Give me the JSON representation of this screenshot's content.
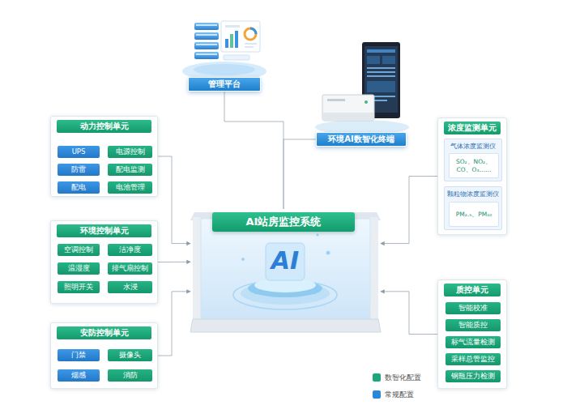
{
  "diagram": {
    "nodes": [
      {
        "text": [
          "管理平台"
        ]
      },
      {
        "text": [
          "环境AI数智化终端"
        ]
      },
      {
        "text": [
          "动力控制单元"
        ]
      },
      {
        "text": [
          "UPS"
        ],
        "in": 2
      },
      {
        "text": [
          "电源控制"
        ],
        "in": 2
      },
      {
        "text": [
          "防雷"
        ],
        "in": 2
      },
      {
        "text": [
          "配电监测"
        ],
        "in": 2
      },
      {
        "text": [
          "配电"
        ],
        "in": 2
      },
      {
        "text": [
          "电池管理"
        ],
        "in": 2
      },
      {
        "text": [
          "浓度监测单元"
        ]
      },
      {
        "text": [
          "气体浓度监测仪"
        ],
        "in": 9
      },
      {
        "text": [
          "SO₂、NO₂、CO、O₃……"
        ],
        "in": 10
      },
      {
        "text": [
          "颗粒物浓度监测仪"
        ],
        "in": 9
      },
      {
        "text": [
          "PM₂.₅、PM₁₀"
        ],
        "in": 12
      },
      {
        "text": [
          "环境控制单元"
        ]
      },
      {
        "text": [
          "空调控制"
        ],
        "in": 14
      },
      {
        "text": [
          "洁净度"
        ],
        "in": 14
      },
      {
        "text": [
          "温湿度"
        ],
        "in": 14
      },
      {
        "text": [
          "排气扇控制"
        ],
        "in": 14
      },
      {
        "text": [
          "照明开关"
        ],
        "in": 14
      },
      {
        "text": [
          "水浸"
        ],
        "in": 14
      },
      {
        "text": [
          "AI站房监控系统"
        ]
      },
      {
        "text": [
          "质控单元"
        ]
      },
      {
        "text": [
          "智能校准"
        ],
        "in": 22
      },
      {
        "text": [
          "智能质控"
        ],
        "in": 22
      },
      {
        "text": [
          "标气流量检测"
        ],
        "in": 22
      },
      {
        "text": [
          "采样总管监控"
        ],
        "in": 22
      },
      {
        "text": [
          "钢瓶压力检测"
        ],
        "in": 22
      },
      {
        "text": [
          "安防控制单元"
        ]
      },
      {
        "text": [
          "门禁"
        ],
        "in": 28
      },
      {
        "text": [
          "摄像头"
        ],
        "in": 28
      },
      {
        "text": [
          "烟感"
        ],
        "in": 28
      },
      {
        "text": [
          "消防"
        ],
        "in": 28
      }
    ],
    "edges": [
      {
        "from": 0,
        "to": 21,
        "arrow": "none"
      },
      {
        "from": 1,
        "to": 21,
        "arrow": "none"
      },
      {
        "from": 2,
        "to": 21,
        "arrow": "to"
      },
      {
        "from": 14,
        "to": 21,
        "arrow": "to"
      },
      {
        "from": 28,
        "to": 21,
        "arrow": "to"
      },
      {
        "from": 9,
        "to": 21,
        "arrow": "to"
      },
      {
        "from": 22,
        "to": 21,
        "arrow": "to"
      }
    ],
    "labels": [
      "AI"
    ],
    "legend": [
      {
        "text": "数智化配置",
        "color": "#1fa57b"
      },
      {
        "text": "常规配置",
        "color": "#2b88d8"
      }
    ]
  }
}
